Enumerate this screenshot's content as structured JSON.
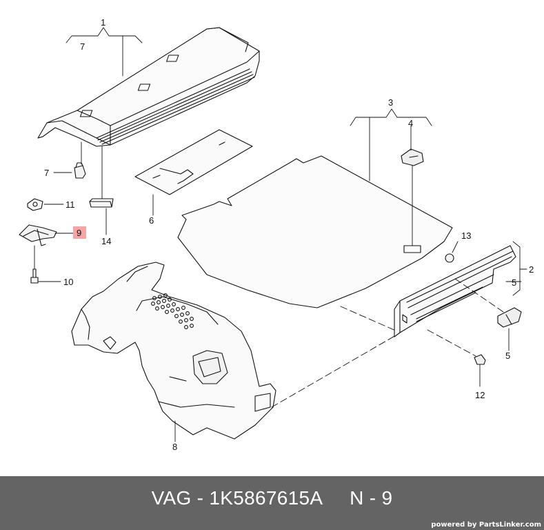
{
  "diagram": {
    "callouts": [
      {
        "id": "c1",
        "text": "1"
      },
      {
        "id": "c7a",
        "text": "7"
      },
      {
        "id": "c7b",
        "text": "7"
      },
      {
        "id": "c11",
        "text": "11"
      },
      {
        "id": "c9",
        "text": "9"
      },
      {
        "id": "c14",
        "text": "14"
      },
      {
        "id": "c10",
        "text": "10"
      },
      {
        "id": "c6",
        "text": "6"
      },
      {
        "id": "c3",
        "text": "3"
      },
      {
        "id": "c4",
        "text": "4"
      },
      {
        "id": "c13",
        "text": "13"
      },
      {
        "id": "c2",
        "text": "2"
      },
      {
        "id": "c5a",
        "text": "5"
      },
      {
        "id": "c5b",
        "text": "5"
      },
      {
        "id": "c12",
        "text": "12"
      },
      {
        "id": "c8",
        "text": "8"
      }
    ],
    "highlight_color": "#f4a6a6",
    "line_color": "#111111"
  },
  "footer": {
    "title": "VAG - 1K5867615A     N - 9",
    "powered_by": "powered by PartsLinker.com",
    "background": "#646464"
  }
}
